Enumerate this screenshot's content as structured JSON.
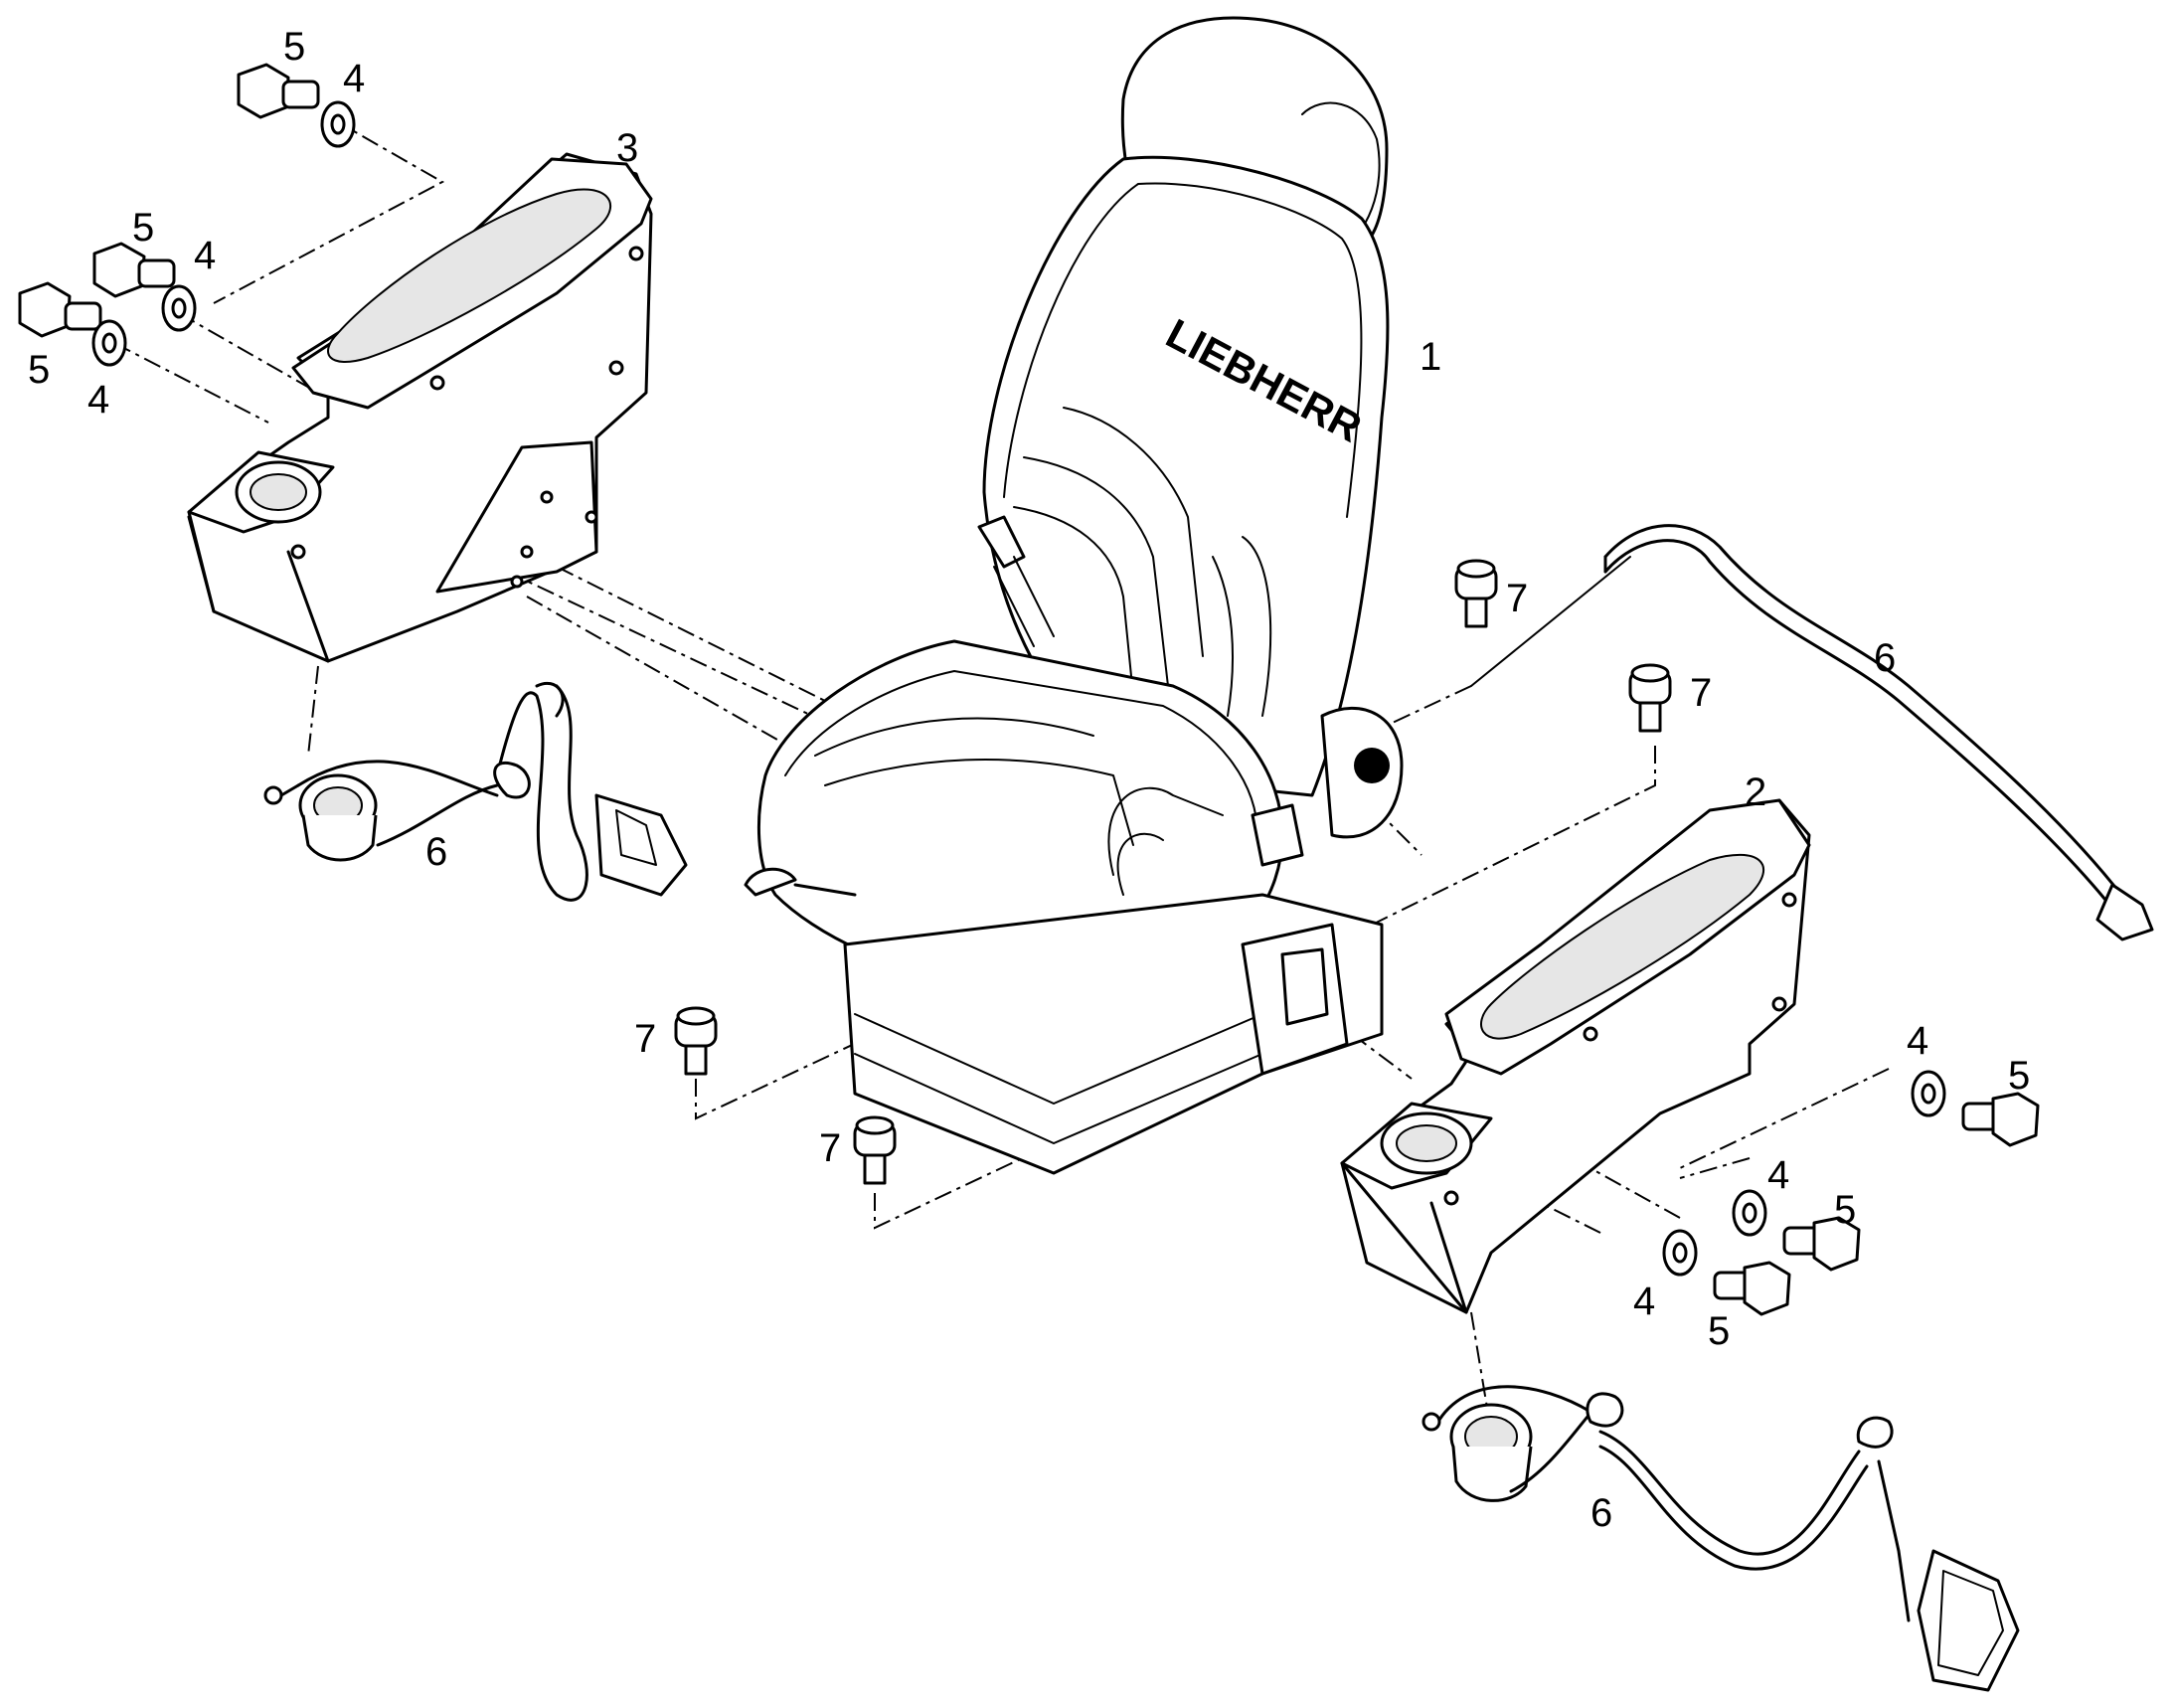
{
  "labels": {
    "seat": "1",
    "right_armrest": "2",
    "left_armrest": "3",
    "washer": "4",
    "bolt": "5",
    "harness": "6",
    "screw": "7"
  },
  "logo_text": "LIEBHERR"
}
